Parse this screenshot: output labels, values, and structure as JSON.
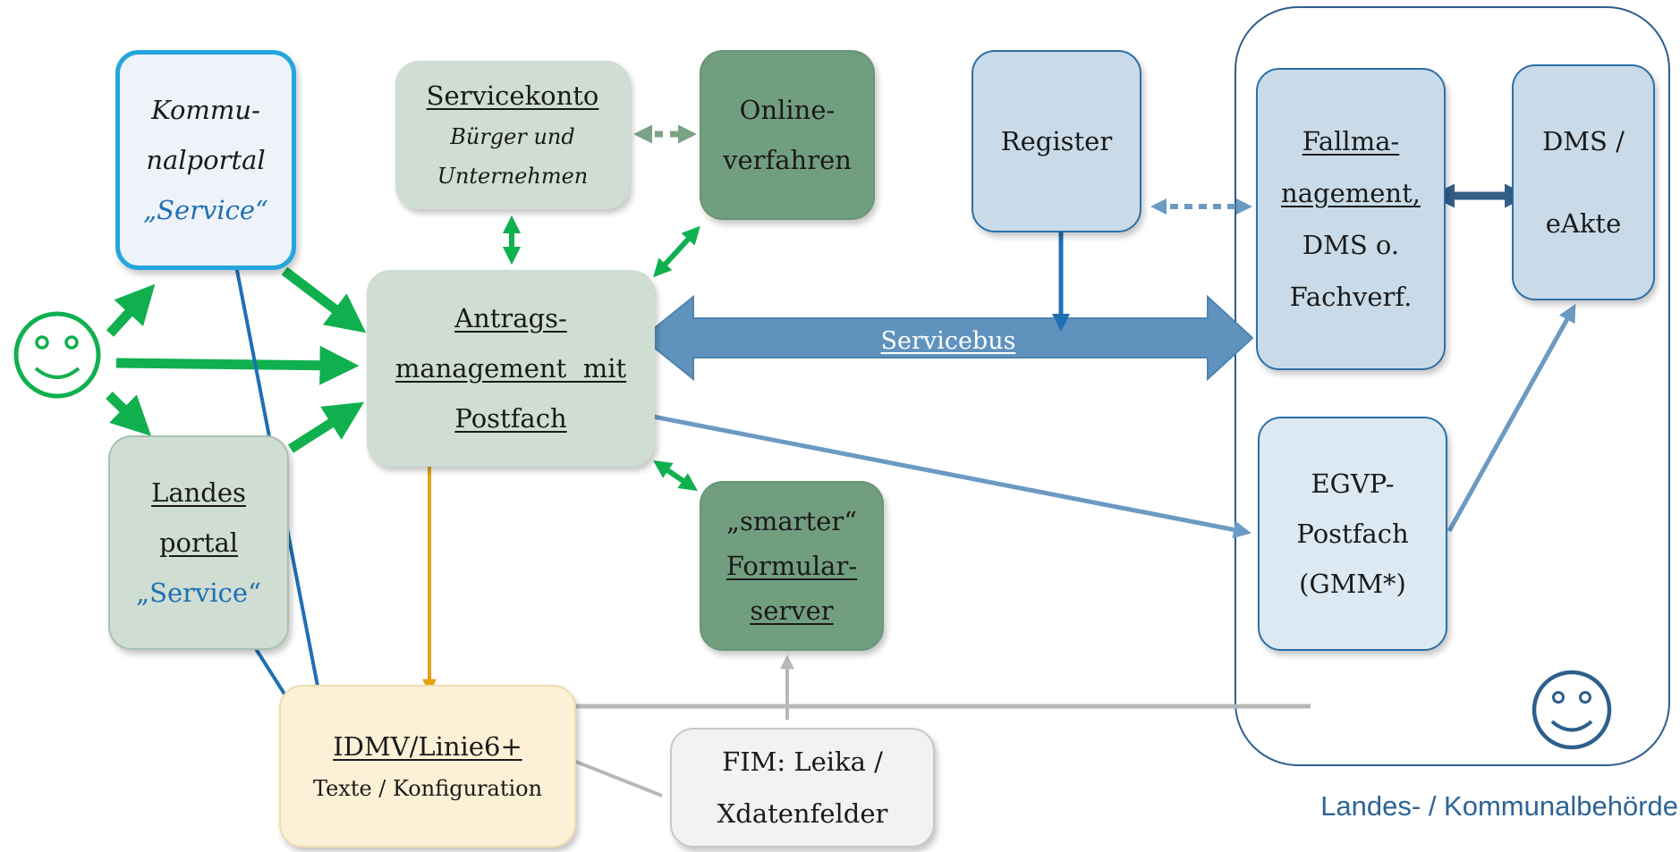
{
  "colors": {
    "green": "#10b04f",
    "blue": "#1f6fb5",
    "servicebus": "#5f93be",
    "orange": "#e6a115",
    "gray": "#b8b8b8",
    "dark_blue": "#335e86",
    "dashed_green": "#7aa385"
  },
  "icons": [
    "smiley-icon",
    "smiley-icon"
  ],
  "nodes": {
    "kommunalportal": {
      "line1": "Kommu-",
      "line2": "nalportal",
      "line3": "„Service“"
    },
    "servicekonto": {
      "title": "Servicekonto",
      "sub1": "Bürger und",
      "sub2": "Unternehmen"
    },
    "onlineverfahren": {
      "line1": "Online-",
      "line2": "verfahren"
    },
    "antragsmanagement": {
      "line1": "Antrags-",
      "line2": "management  mit",
      "line3": "Postfach"
    },
    "landesportal": {
      "line1": "Landes",
      "line2": "portal",
      "line3": "„Service“"
    },
    "formularserver": {
      "line1": "„smarter“",
      "line2": "Formular-",
      "line3": "server"
    },
    "register": {
      "label": "Register"
    },
    "servicebus": {
      "label": "Servicebus"
    },
    "fallmanagement": {
      "line1": "Fallma-",
      "line2": "nagement,",
      "line3": "DMS o.",
      "line4": "Fachverf."
    },
    "dms": {
      "line1": "DMS /",
      "line2": "eAkte"
    },
    "egvp": {
      "line1": "EGVP-",
      "line2": "Postfach",
      "line3": "(GMM*)"
    },
    "idmv": {
      "title": "IDMV/Linie6+",
      "sub": "Texte / Konfiguration"
    },
    "fim": {
      "line1": "FIM: Leika /",
      "line2": "Xdatenfelder"
    },
    "behoerde": {
      "label": "Landes- / Kommunalbehörde"
    }
  }
}
